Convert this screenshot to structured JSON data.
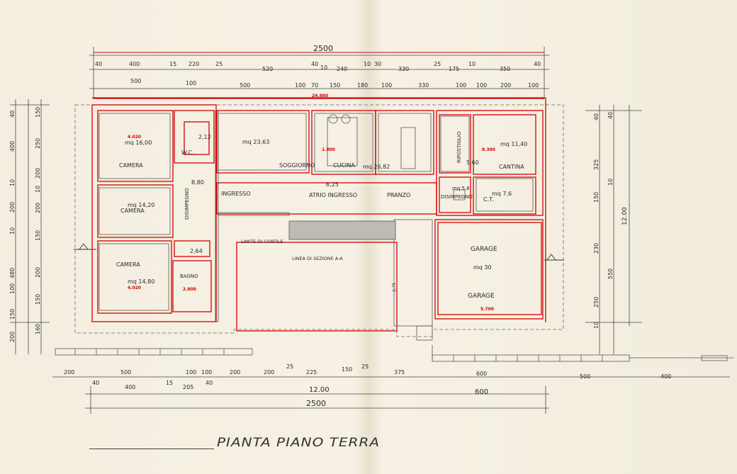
{
  "title": "PIANTA PIANO TERRA",
  "overall": {
    "top": "2500",
    "bottom": "2500",
    "red_total": "24.880",
    "inner_total": "12.00",
    "bottom_six": "600"
  },
  "dim_top_row1": [
    "40",
    "400",
    "15",
    "220",
    "25",
    "520",
    "40",
    "10",
    "240",
    "10",
    "30",
    "330",
    "25",
    "175",
    "10",
    "350",
    "40"
  ],
  "dim_top_row2": [
    "500",
    "100",
    "500",
    "100",
    "70",
    "150",
    "180",
    "100",
    "330",
    "100",
    "100",
    "200",
    "100"
  ],
  "dim_bottom_row1": [
    "200",
    "500",
    "100",
    "100",
    "200",
    "200",
    "25",
    "225",
    "150",
    "25",
    "375",
    "600",
    "500",
    "400"
  ],
  "dim_bottom_row2": [
    "40",
    "400",
    "15",
    "205",
    "40"
  ],
  "dim_left_outer": [
    "40",
    "400",
    "10",
    "200",
    "10",
    "480",
    "100",
    "150",
    "200"
  ],
  "dim_left_inner": [
    "150",
    "250",
    "200",
    "10",
    "200",
    "150",
    "200",
    "150",
    "160"
  ],
  "dim_right": [
    "40",
    "325",
    "40",
    "150",
    "10",
    "230",
    "550",
    "250",
    "10"
  ],
  "dim_right_vertical": "12.00",
  "rooms": [
    {
      "label": "CAMERA",
      "area": "mq 16,00",
      "dim": "4.020"
    },
    {
      "label": "W.C.",
      "area": "2,12"
    },
    {
      "label": "SOGGIORNO",
      "area": "mq 23,63"
    },
    {
      "label": "CUCINA",
      "area": "mq 26,82",
      "dim": "1.800"
    },
    {
      "label": "RIPOSTIGLIO",
      "area": "5,60"
    },
    {
      "label": "CANTINA",
      "area": "mq 11,40",
      "dim": "8.300"
    },
    {
      "label": "CAMERA",
      "area": "mq 14,20"
    },
    {
      "label": "DISIMPEGNO",
      "area": "8,80"
    },
    {
      "label": "INGRESSO"
    },
    {
      "label": "ATRIO INGRESSO",
      "area": "6,25"
    },
    {
      "label": "PRANZO"
    },
    {
      "label": "DISIMPEGNO",
      "area": "mq 5,8"
    },
    {
      "label": "C.T.",
      "area": "mq 7,6"
    },
    {
      "label": "CAMERA",
      "area": "mq 14,80",
      "dim": "4.020"
    },
    {
      "label": "BAGNO",
      "area": "2,64",
      "dim": "2.800"
    },
    {
      "label": "GARAGE",
      "area": "mq 30"
    },
    {
      "label": "GARAGE",
      "dim": "5.700"
    }
  ],
  "notes": {
    "limit": "LIMITE DI CORTILE",
    "section": "LINEA DI SEZIONE A-A",
    "side": "2,75"
  }
}
